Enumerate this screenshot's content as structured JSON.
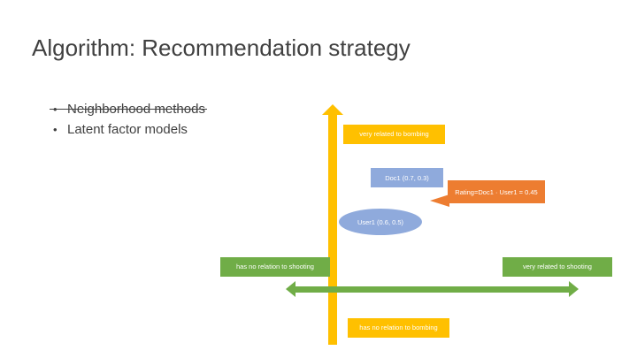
{
  "slide": {
    "title": "Algorithm: Recommendation strategy",
    "bullets": [
      {
        "text": "Neighborhood methods",
        "struck": true
      },
      {
        "text": "Latent factor models",
        "struck": false
      }
    ]
  },
  "diagram": {
    "axis_labels": {
      "top": "very related to bombing",
      "bottom": "has no relation to bombing",
      "left": "has no relation to shooting",
      "right": "very related to shooting"
    },
    "nodes": {
      "doc": "Doc1 (0.7, 0.3)",
      "user": "User1 (0.6, 0.5)"
    },
    "callout": "Rating=Doc1 · User1 = 0.45",
    "colors": {
      "vertical_axis": "#FFC000",
      "horizontal_axis": "#70AD47",
      "node": "#8FAADC",
      "callout": "#ED7D31",
      "text": "#404040"
    }
  }
}
